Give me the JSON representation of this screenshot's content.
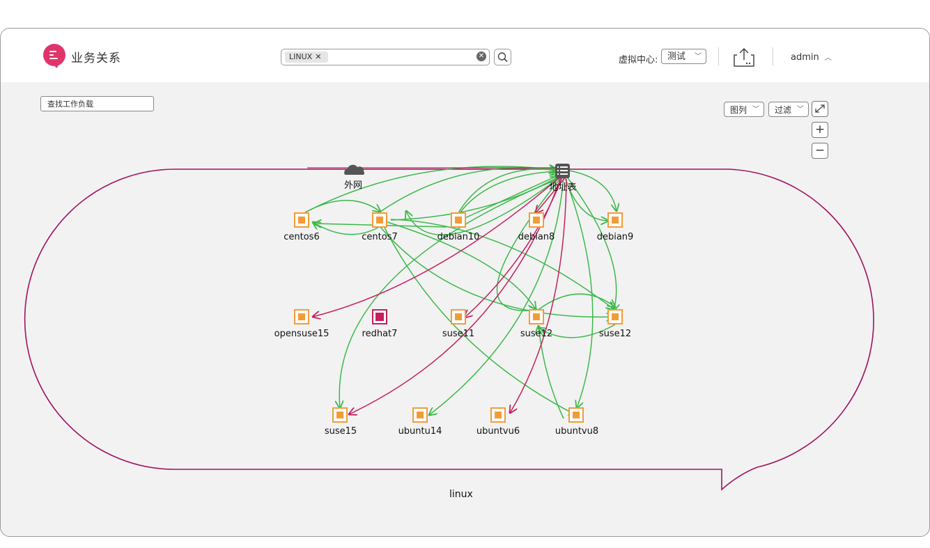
{
  "header": {
    "app_title": "业务关系",
    "search": {
      "tag": "LINUX",
      "tag_close": "✕",
      "clear": "✕"
    },
    "vc_label": "虚拟中心:",
    "vc_value": "测试",
    "user": "admin"
  },
  "toolbar": {
    "find_placeholder": "查找工作负载",
    "legend_label": "图列",
    "filter_label": "过滤",
    "zoom_in": "+",
    "zoom_out": "−"
  },
  "graph": {
    "group_label": "linux",
    "external": "外网",
    "address_table": "地址表",
    "nodes": {
      "centos6": "centos6",
      "centos7": "centos7",
      "debian10": "debian10",
      "debian8": "debian8",
      "debian9": "debian9",
      "opensuse15": "opensuse15",
      "redhat7": "redhat7",
      "suse11": "suse11",
      "suse12a": "suse12",
      "suse12b": "suse12",
      "suse15": "suse15",
      "ubuntu14": "ubuntu14",
      "ubuntvu6": "ubuntvu6",
      "ubuntvu8": "ubuntvu8"
    }
  },
  "colors": {
    "accent": "#e0356b",
    "node": "#f29c38",
    "node_alert": "#c41f5f",
    "edge_green": "#3db84a",
    "edge_magenta": "#c41f5f",
    "group_border": "#a0115f"
  }
}
